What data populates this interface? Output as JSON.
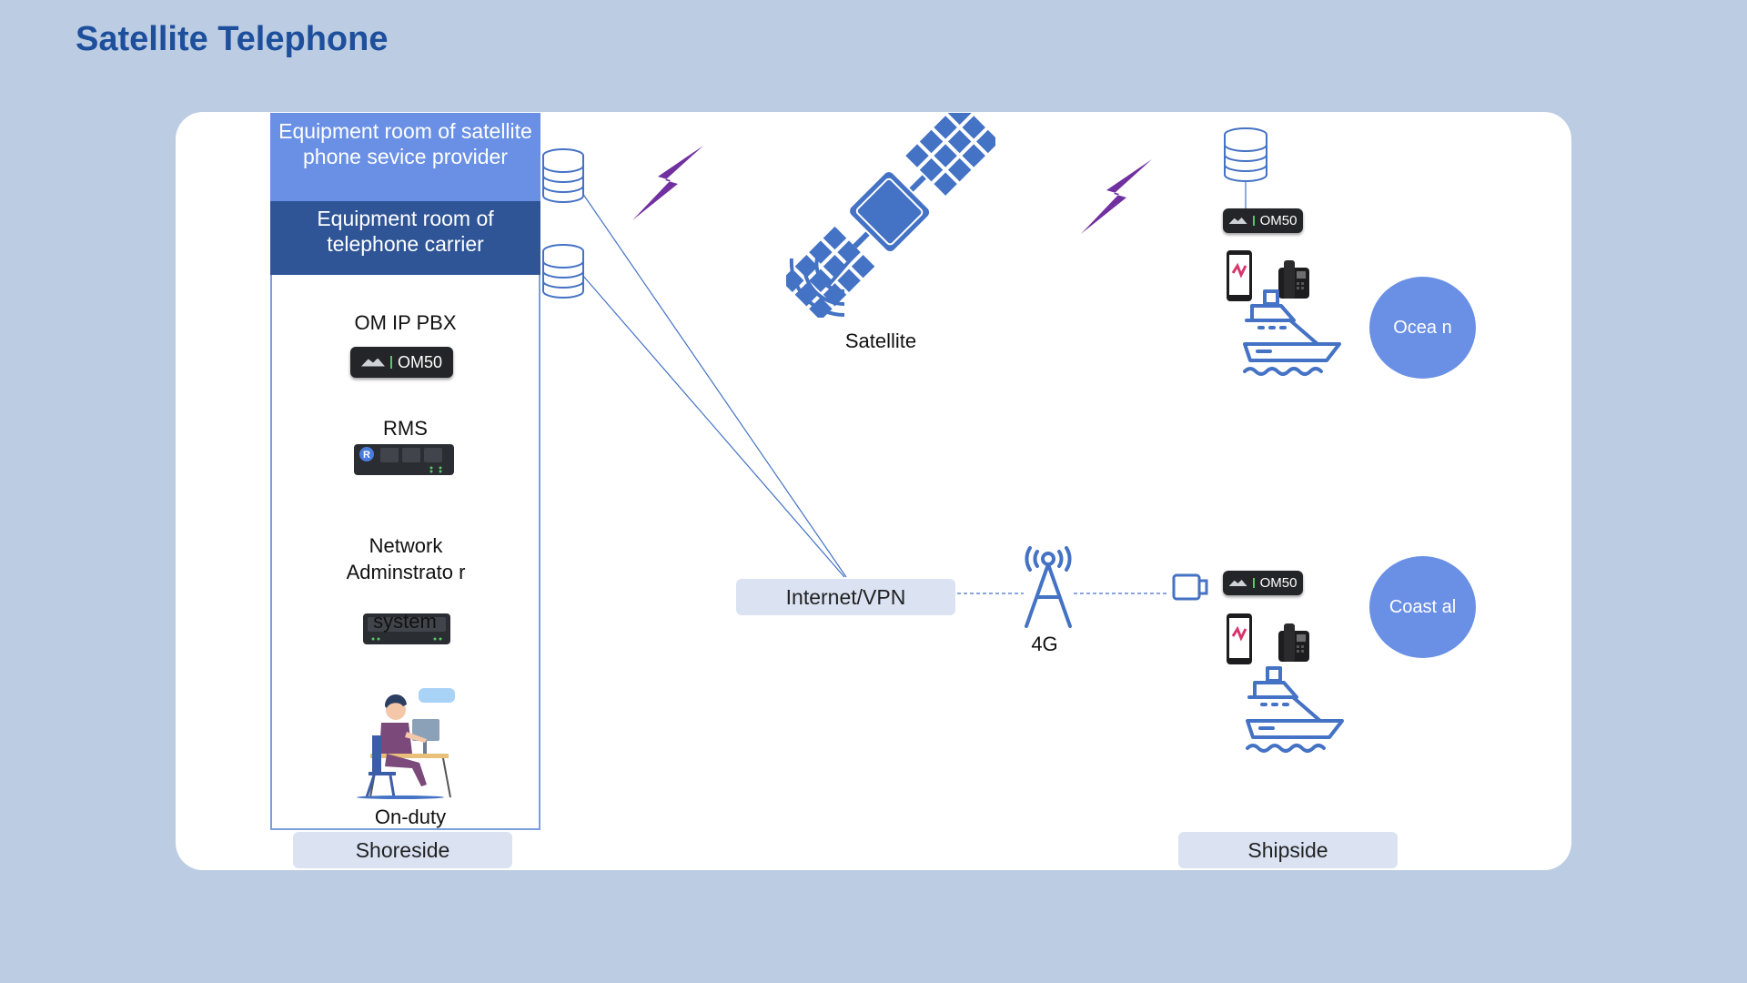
{
  "title": "Satellite Telephone",
  "shoreside": {
    "room_provider": "Equipment room of satellite phone sevice provider",
    "room_carrier": "Equipment room of telephone carrier",
    "pbx_label": "OM IP PBX",
    "pbx_device": "OM50",
    "rms_label": "RMS",
    "nms_label": "Network Adminstrato r",
    "nms_device": "system",
    "duty_label": "On-duty",
    "tag": "Shoreside"
  },
  "center": {
    "satellite_label": "Satellite",
    "internet_label": "Internet/VPN",
    "cell_label": "4G"
  },
  "shipside": {
    "ocean_device": "OM50",
    "coastal_device": "OM50",
    "ocean_circle": "Ocea n",
    "coastal_circle": "Coast al",
    "tag": "Shipside"
  },
  "colors": {
    "accent_blue": "#4472c4",
    "room_light": "#6a90e6",
    "room_dark": "#2f5597",
    "lightning": "#7030a0",
    "title": "#1d4f9c"
  },
  "icons": [
    "database-icon",
    "lightning-icon",
    "satellite-icon",
    "cell-tower-icon",
    "ship-icon",
    "phone-icon",
    "desk-phone-icon",
    "operator-icon",
    "router-icon",
    "plug-icon"
  ]
}
